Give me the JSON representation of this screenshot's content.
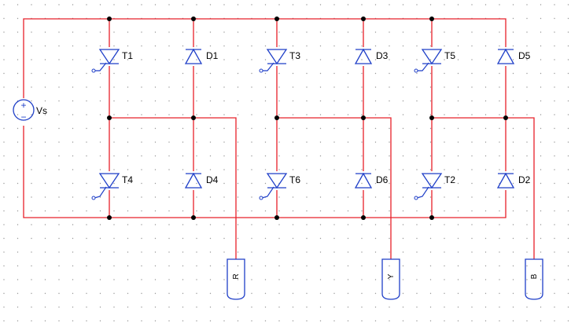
{
  "source": {
    "label": "Vs",
    "plus_symbol": "+",
    "minus_symbol": "−"
  },
  "legs": [
    {
      "upper_thyristor": "T1",
      "upper_diode": "D1",
      "lower_thyristor": "T4",
      "lower_diode": "D4",
      "output": "R"
    },
    {
      "upper_thyristor": "T3",
      "upper_diode": "D3",
      "lower_thyristor": "T6",
      "lower_diode": "D6",
      "output": "Y"
    },
    {
      "upper_thyristor": "T5",
      "upper_diode": "D5",
      "lower_thyristor": "T2",
      "lower_diode": "D2",
      "output": "B"
    }
  ],
  "colors": {
    "wire": "#e8202a",
    "component": "#1f3fc8",
    "node": "#000000",
    "grid": "#9a9a9a"
  }
}
